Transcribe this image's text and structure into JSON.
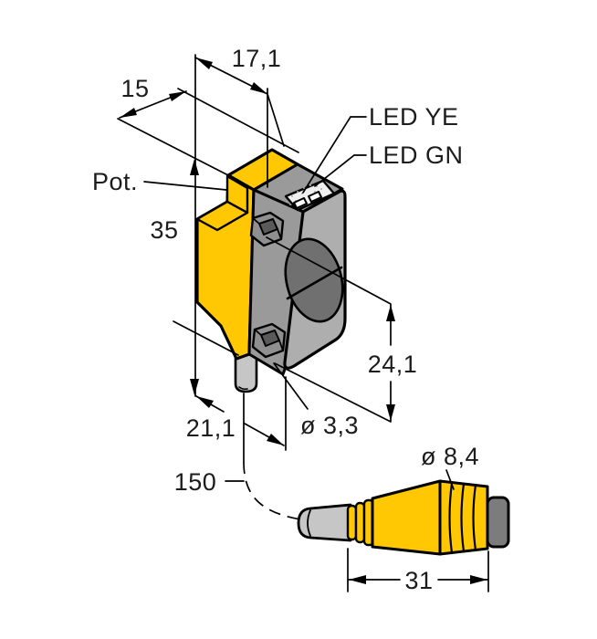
{
  "drawing": {
    "title": "photoelectric-sensor-dimension-drawing",
    "dimensions": {
      "top_width": "17,1",
      "top_depth": "15",
      "body_height": "35",
      "hole_spacing": "24,1",
      "body_depth": "21,1",
      "hole_diameter": "ø 3,3",
      "cable_length": "150",
      "connector_diameter": "ø 8,4",
      "connector_length": "31"
    },
    "callouts": {
      "potentiometer": "Pot.",
      "led_yellow": "LED YE",
      "led_green": "LED GN"
    },
    "colors": {
      "housing_yellow": "#ffc803",
      "side_gray": "#9a9a9a",
      "front_gray": "#aeaeae",
      "lens_gray": "#707070",
      "cable_gray": "#c6c6c6",
      "nut_gray": "#7c7c7c",
      "led_window_white": "#efefef",
      "line_black": "#000000"
    }
  }
}
